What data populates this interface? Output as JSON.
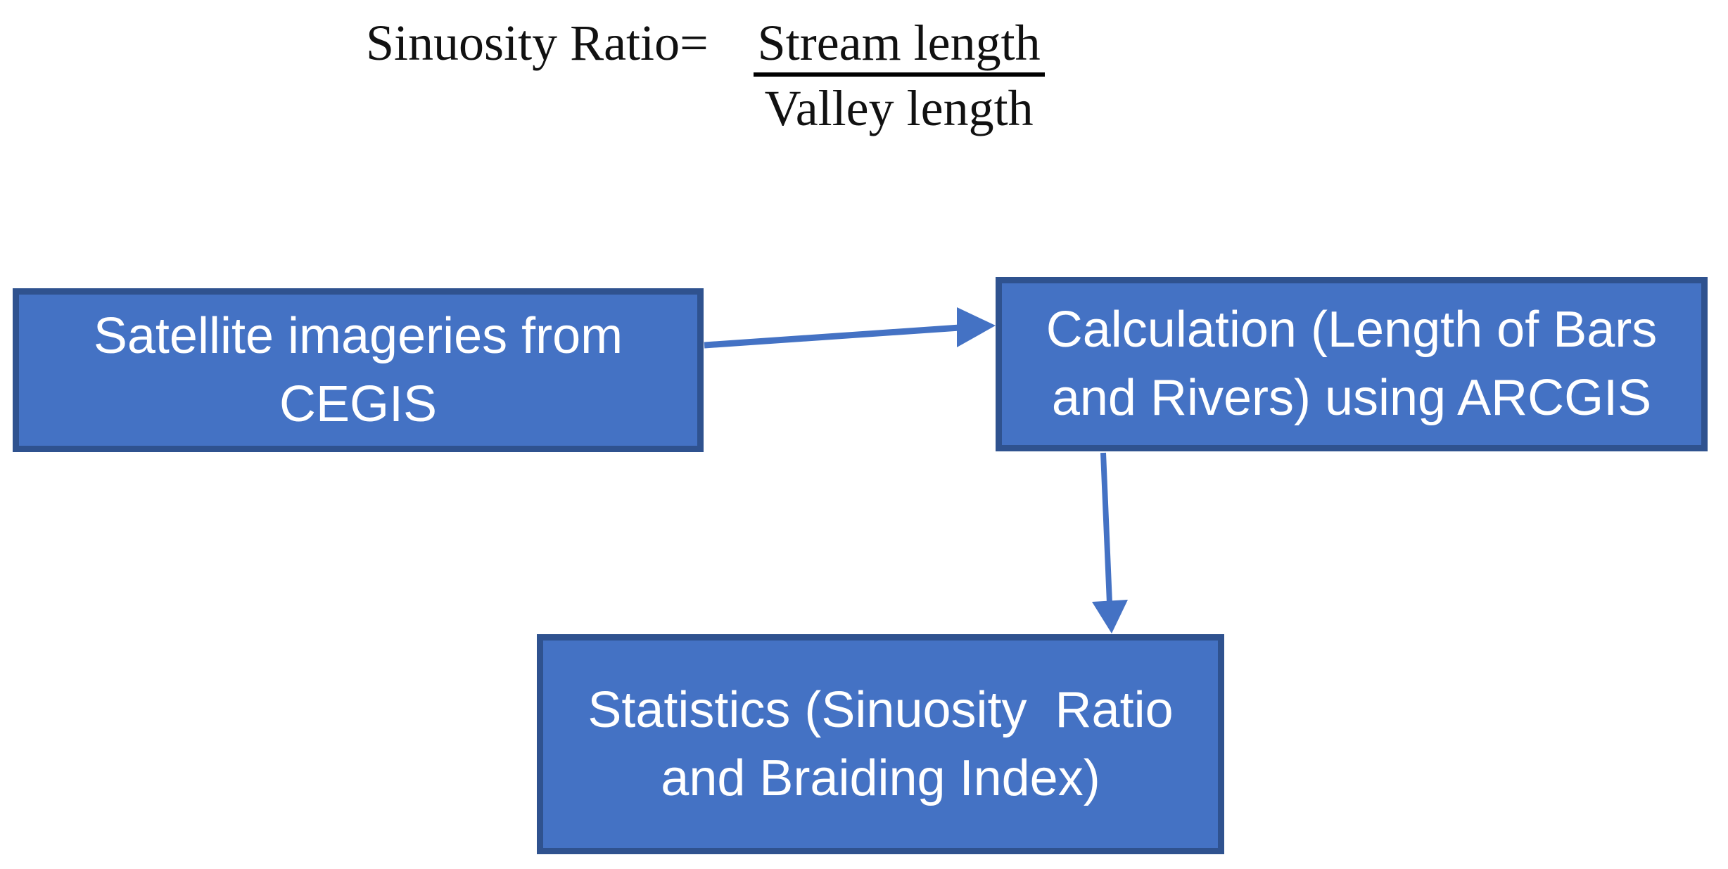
{
  "formula": {
    "lhs": "Sinuosity Ratio=",
    "numerator": "Stream length",
    "denominator": "Valley length"
  },
  "nodes": {
    "satellite": {
      "label": "Satellite imageries from\nCEGIS"
    },
    "calculation": {
      "label": "Calculation (Length of Bars\nand Rivers) using ARCGIS"
    },
    "statistics": {
      "label": "Statistics (Sinuosity  Ratio\nand Braiding Index)"
    }
  },
  "connections": [
    {
      "from": "satellite",
      "to": "calculation"
    },
    {
      "from": "calculation",
      "to": "statistics"
    }
  ],
  "colors": {
    "background": "#FFFFFF",
    "box_fill": "#4472C4",
    "box_border": "#2F528F",
    "box_text": "#FFFFFF",
    "arrow": "#4472C4",
    "formula_text": "#111111",
    "fraction_bar": "#000000"
  }
}
